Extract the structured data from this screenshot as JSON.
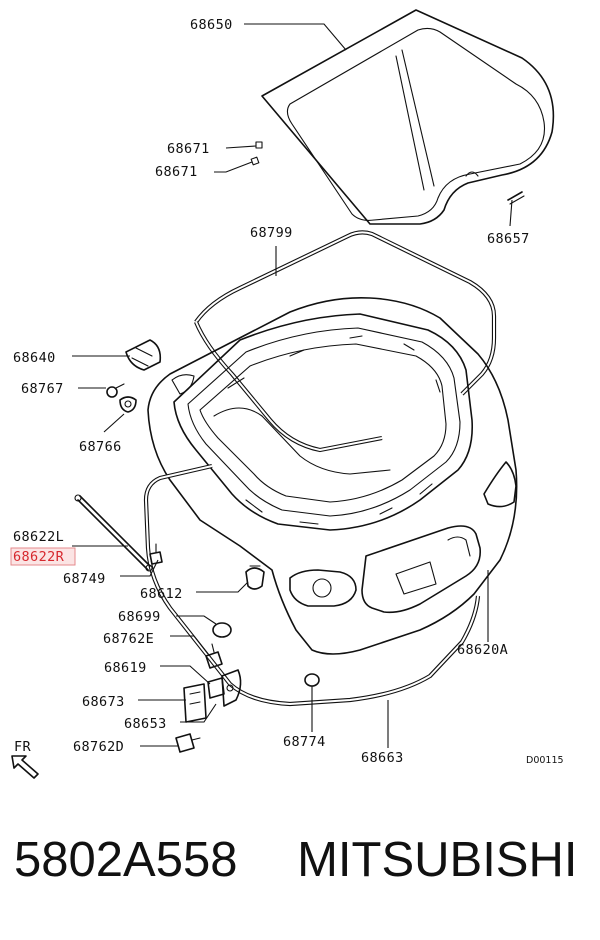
{
  "diagram": {
    "labels": {
      "p68650": "68650",
      "p68671a": "68671",
      "p68671b": "68671",
      "p68657": "68657",
      "p68799": "68799",
      "p68640": "68640",
      "p68767": "68767",
      "p68766": "68766",
      "p68622L": "68622L",
      "p68622R": "68622R",
      "p68749": "68749",
      "p68612": "68612",
      "p68699": "68699",
      "p68762E": "68762E",
      "p68619": "68619",
      "p68673": "68673",
      "p68653": "68653",
      "p68762D": "68762D",
      "p68620A": "68620A",
      "p68774": "68774",
      "p68663": "68663"
    },
    "direction": "FR",
    "code": "D00115",
    "highlight_color": "#d6282e"
  },
  "footer": {
    "part_number": "5802A558",
    "brand": "MITSUBISHI"
  }
}
